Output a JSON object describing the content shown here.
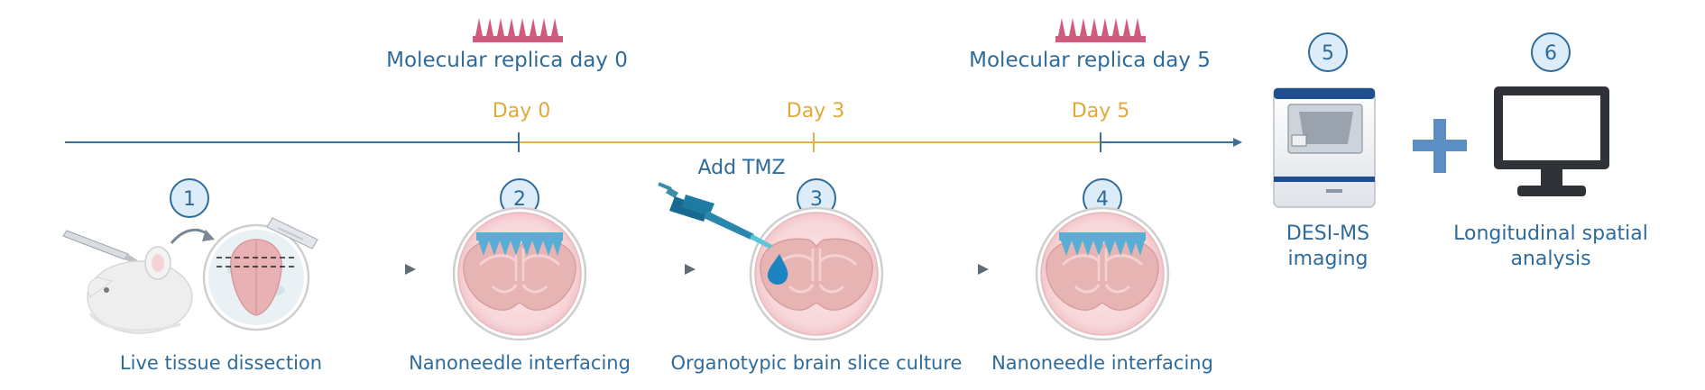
{
  "timeline": {
    "days": [
      {
        "label": "Day 0"
      },
      {
        "label": "Day 3"
      },
      {
        "label": "Day 5"
      }
    ],
    "replicas": [
      {
        "label": "Molecular replica day 0"
      },
      {
        "label": "Molecular replica day 5"
      }
    ],
    "treatment": {
      "label": "Add TMZ"
    }
  },
  "steps": [
    {
      "number": "1",
      "caption": "Live tissue dissection"
    },
    {
      "number": "2",
      "caption": "Nanoneedle interfacing"
    },
    {
      "number": "3",
      "caption": "Organotypic brain slice culture"
    },
    {
      "number": "4",
      "caption": "Nanoneedle interfacing"
    },
    {
      "number": "5",
      "caption_line1": "DESI-MS",
      "caption_line2": "imaging"
    },
    {
      "number": "6",
      "caption_line1": "Longitudinal spatial",
      "caption_line2": "analysis"
    }
  ],
  "icons": {
    "replica": "nanoneedle-array-icon",
    "scalpel": "scalpel-icon",
    "slide": "glass-slide-icon",
    "mouse": "mouse-icon",
    "pipette": "pipette-icon",
    "droplet": "droplet-icon",
    "instrument": "desi-ms-instrument-icon",
    "plus": "plus-icon",
    "monitor": "monitor-icon",
    "arrow": "process-arrow-icon"
  },
  "colors": {
    "blue": "#2f6b9a",
    "timeline_blue": "#3d6f99",
    "timeline_gold": "#e0b24a",
    "day_text": "#e0a93a",
    "needle_blue": "#5aaed6",
    "replica_pink": "#cf5b7e",
    "dish_pink": "#f9dcde",
    "brain_pink": "#e7b4b4",
    "circle_fill": "#dcecf8",
    "arrow_gray": "#7a8796",
    "plus_blue": "#5b8fc4",
    "monitor_dark": "#2f3338"
  }
}
